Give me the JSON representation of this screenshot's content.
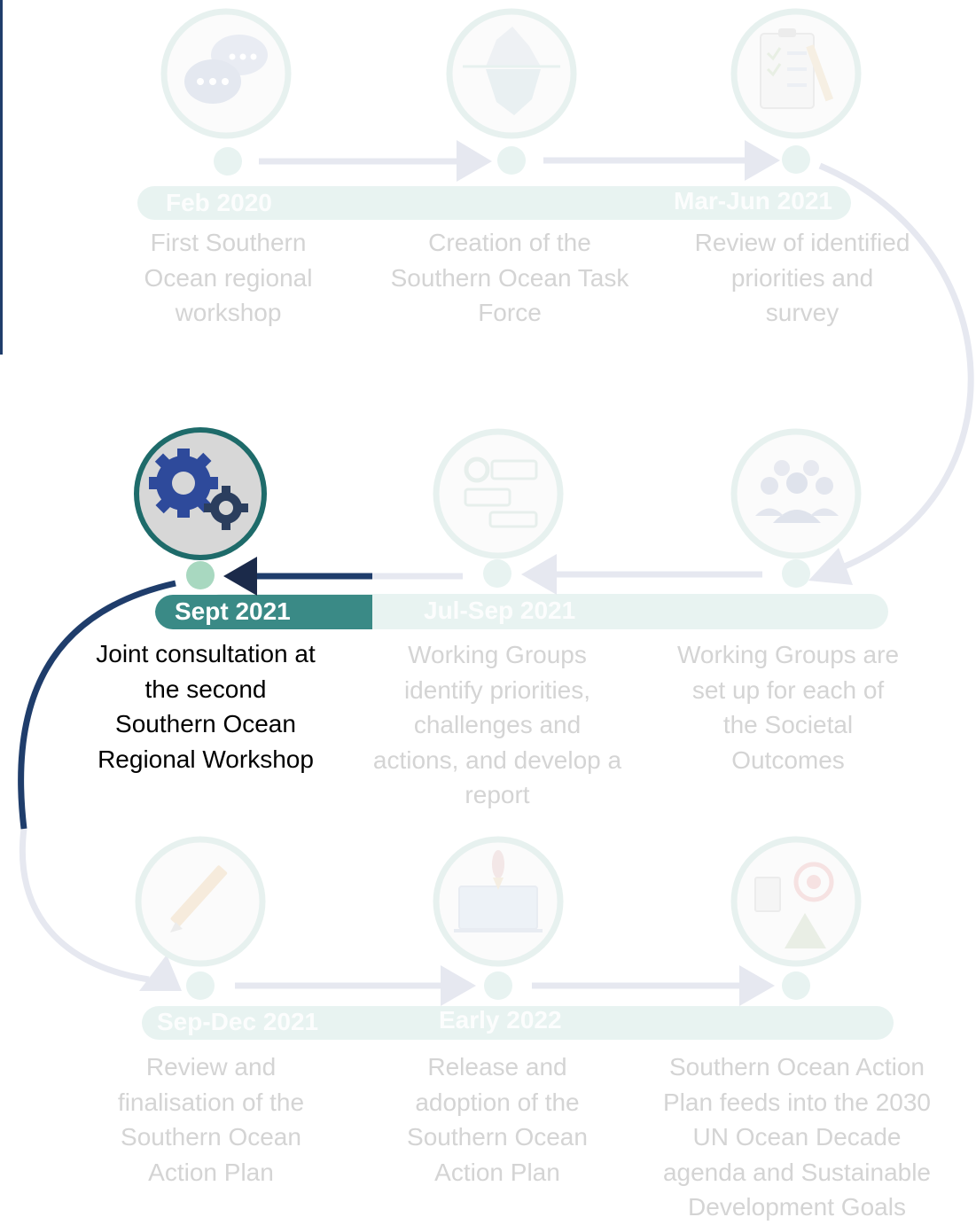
{
  "dates": {
    "feb_2020": "Feb 2020",
    "mar_jun_2021": "Mar-Jun 2021",
    "sept_2021": "Sept 2021",
    "jul_sep_2021": "Jul-Sep 2021",
    "sep_dec_2021": "Sep-Dec 2021",
    "early_2022": "Early 2022"
  },
  "steps": {
    "s1": "First Southern Ocean regional workshop",
    "s2": "Creation of the Southern Ocean Task Force",
    "s3": "Review of identified priorities and survey",
    "s4": "Working Groups are set up for each of the Societal Outcomes",
    "s5": "Working Groups identify priorities, challenges and actions, and develop a report",
    "s6": "Joint consultation at the second Southern Ocean Regional Workshop",
    "s7": "Review and finalisation of the Southern Ocean Action Plan",
    "s8": "Release and adoption of the Southern Ocean Action Plan",
    "s9": "Southern Ocean Action Plan feeds into the 2030 UN Ocean Decade agenda and Sustainable Development Goals"
  },
  "icons": {
    "s1": "chat-bubbles-icon",
    "s2": "iceberg-icon",
    "s3": "checklist-icon",
    "s4": "people-group-icon",
    "s5": "workflow-icon",
    "s6": "gears-icon",
    "s7": "pencil-icon",
    "s8": "rocket-launch-icon",
    "s9": "target-mountain-icon"
  },
  "colors": {
    "active_navy": "#1f3d6b",
    "active_teal": "#3a8a86",
    "active_ring": "#1e6b6a",
    "active_dot": "#a8d8c0",
    "faded_bar": "#e8f3f1",
    "faded_ring": "#e7f1ef",
    "faded_arrow": "#e6e8f0"
  }
}
